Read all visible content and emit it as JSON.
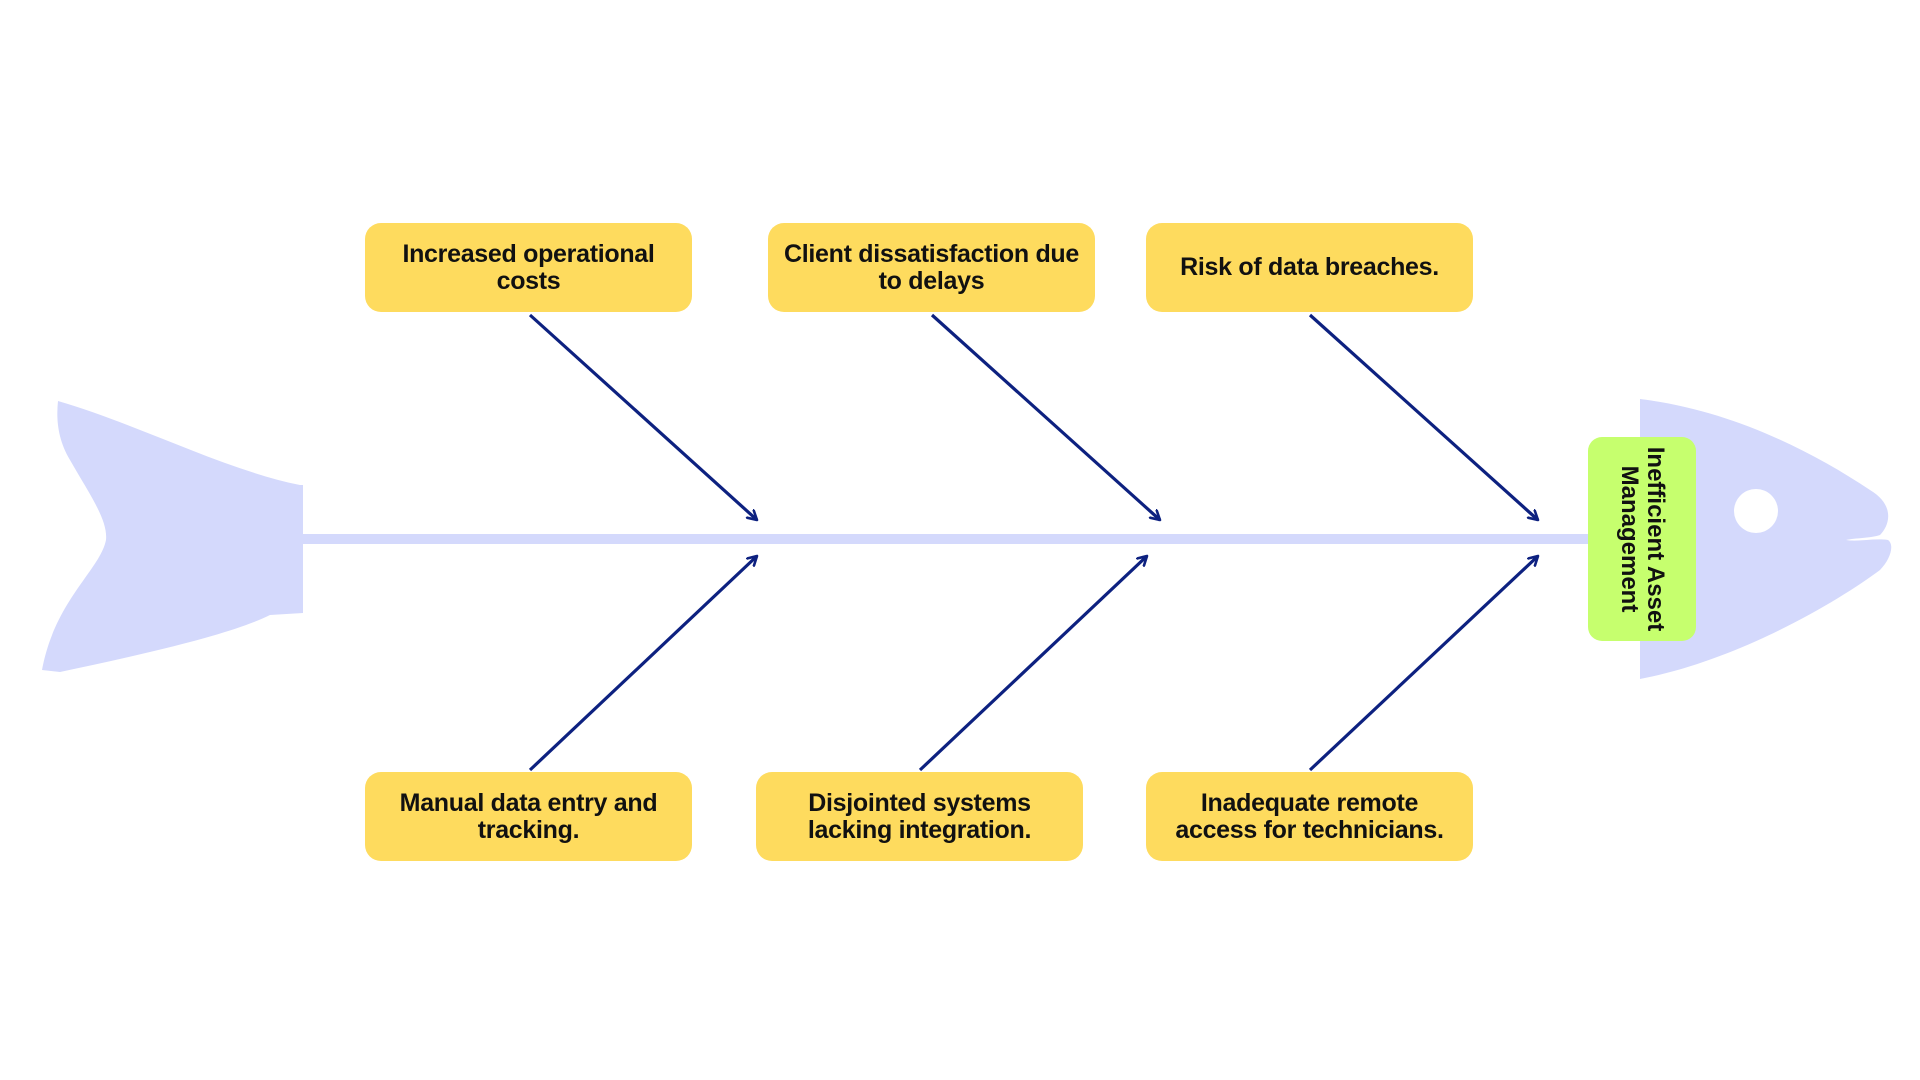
{
  "colors": {
    "fish_body": "#d4d9fc",
    "cause_box": "#fedb5e",
    "head_box": "#c6ff6e",
    "arrow": "#0d2180",
    "text": "#111111"
  },
  "problem": {
    "label": "Inefficient Asset Management"
  },
  "causes": {
    "top": [
      {
        "label": "Increased operational costs"
      },
      {
        "label": "Client dissatisfaction due to delays"
      },
      {
        "label": "Risk of data breaches."
      }
    ],
    "bottom": [
      {
        "label": "Manual data entry and tracking."
      },
      {
        "label": "Disjointed systems lacking integration."
      },
      {
        "label": "Inadequate remote access for technicians."
      }
    ]
  }
}
